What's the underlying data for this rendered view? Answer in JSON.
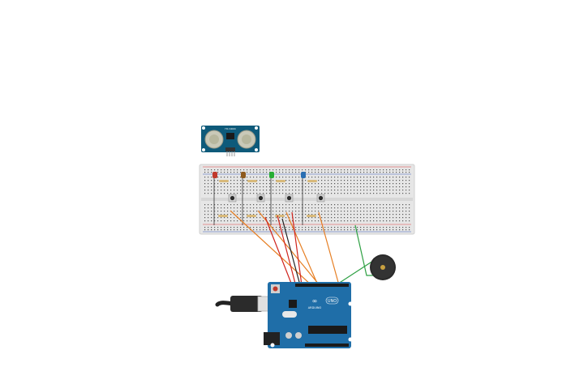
{
  "components": {
    "sensor": {
      "label": "HC-SR04"
    },
    "arduino": {
      "brand": "ARDUINO",
      "model": "UNO"
    }
  },
  "leds": [
    {
      "color": "#c0392b",
      "name": "red"
    },
    {
      "color": "#8e5a1e",
      "name": "amber"
    },
    {
      "color": "#27ae34",
      "name": "green"
    },
    {
      "color": "#2a6fb3",
      "name": "blue"
    }
  ],
  "wire_colors": {
    "orange": "#e67e22",
    "red": "#d0241d",
    "black": "#222222",
    "green": "#2ea043",
    "gray": "#777777"
  },
  "colors": {
    "breadboard": "#e6e6e6",
    "sensor_board": "#0e5a7a",
    "arduino_board": "#1f6ea8",
    "buzzer": "#2a2a2a"
  }
}
